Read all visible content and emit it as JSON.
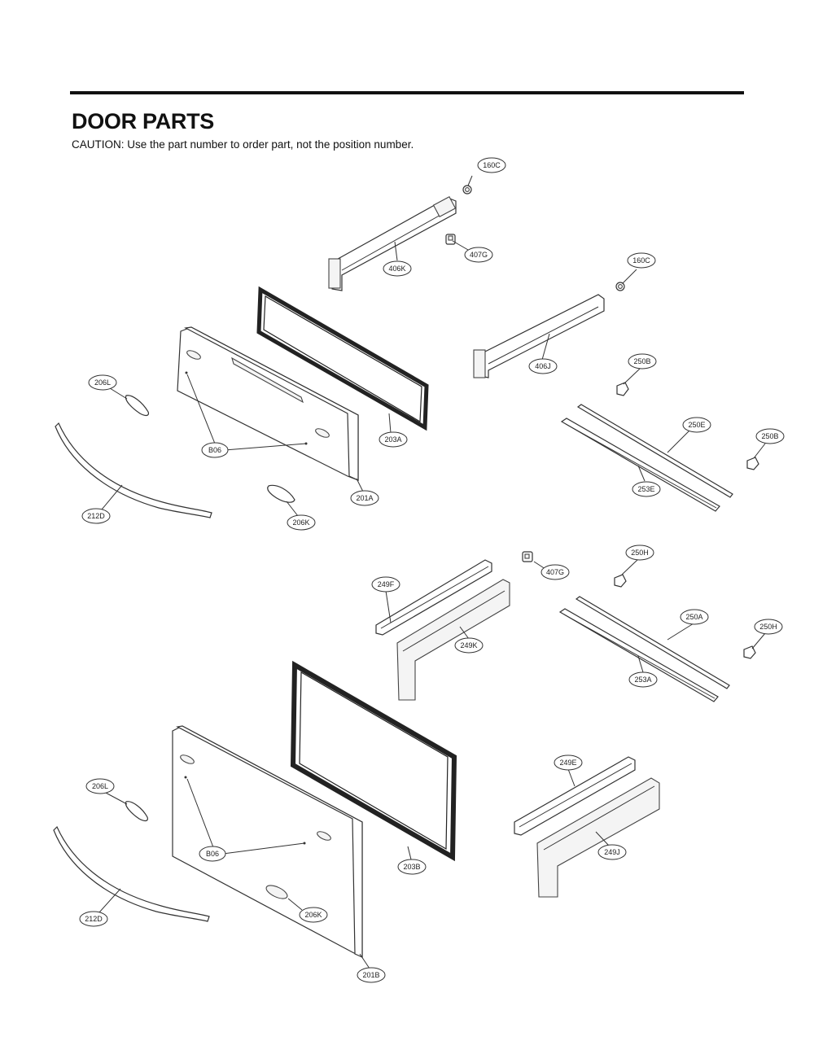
{
  "title": "DOOR PARTS",
  "caution": "CAUTION: Use the part number to order part, not the position number.",
  "callouts": {
    "c160C_a": "160C",
    "c407G_a": "407G",
    "c406K": "406K",
    "c160C_b": "160C",
    "c406J": "406J",
    "c250B_a": "250B",
    "c250E": "250E",
    "c250B_b": "250B",
    "c253E": "253E",
    "c206L_a": "206L",
    "cB06_a": "B06",
    "c203A": "203A",
    "c201A": "201A",
    "c212D_a": "212D",
    "c206K_a": "206K",
    "c407G_b": "407G",
    "c250H_a": "250H",
    "c249F": "249F",
    "c249K": "249K",
    "c250A": "250A",
    "c250H_b": "250H",
    "c253A": "253A",
    "c249E": "249E",
    "c206L_b": "206L",
    "cB06_b": "B06",
    "c203B": "203B",
    "c249J": "249J",
    "c212D_b": "212D",
    "c206K_b": "206K",
    "c201B": "201B"
  }
}
